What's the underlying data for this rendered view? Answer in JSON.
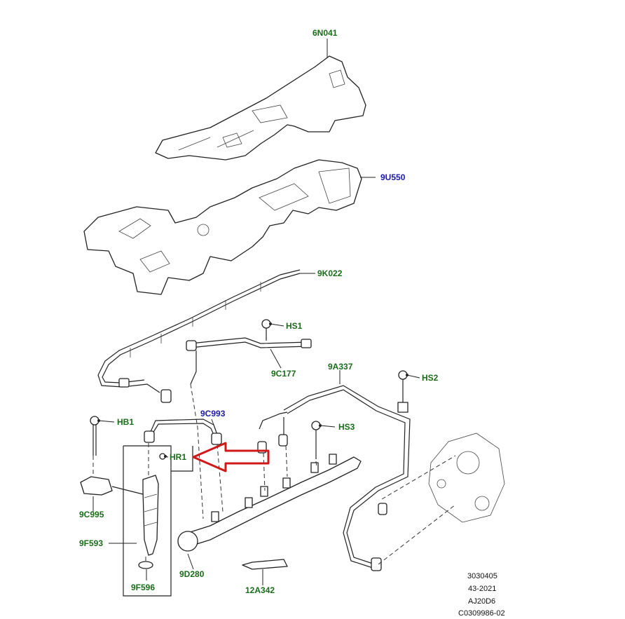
{
  "colors": {
    "label_green": "#1a6b1a",
    "label_blue": "#1a1aa8",
    "arrow_red": "#d01818",
    "ink": "#222222"
  },
  "labels": {
    "cover_6n041": "6N041",
    "cover_9u550": "9U550",
    "harness_9k022": "9K022",
    "bolt_hs1": "HS1",
    "pipe_9c177": "9C177",
    "pipe_9a337": "9A337",
    "bolt_hs2": "HS2",
    "bolt_hb1": "HB1",
    "pipe_9c993": "9C993",
    "bolt_hs3": "HS3",
    "bolt_hr1": "HR1",
    "clamp_9c995": "9C995",
    "injector_9f593": "9F593",
    "rail_9d280": "9D280",
    "washer_9f596": "9F596",
    "glow_12a342": "12A342"
  },
  "footnote": {
    "line1": "3030405",
    "line2": "43-2021",
    "line3": "AJ20D6",
    "line4": "C0309986-02"
  }
}
